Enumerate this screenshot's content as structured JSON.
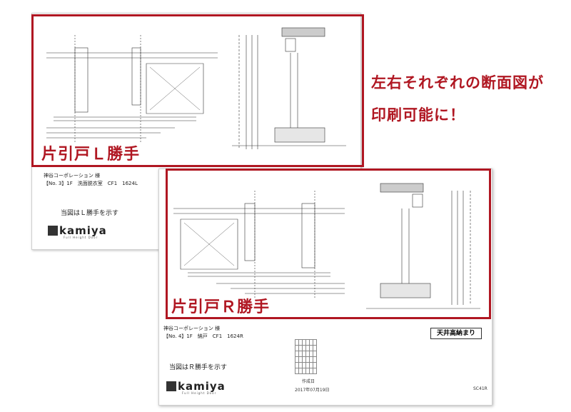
{
  "promo": {
    "line1": "左右それぞれの断面図が",
    "line2": "印刷可能に！"
  },
  "captions": {
    "left": "片引戸Ｌ勝手",
    "right": "片引戸Ｒ勝手"
  },
  "sheet_back": {
    "client": "神谷コーポレーション 様",
    "project": "【No. 3】1F　洗面脱衣室　CF1　1624L",
    "note": "当図はＬ勝手を示す",
    "logo": "kamiya",
    "logo_sub": "Full Height Door"
  },
  "sheet_front": {
    "client": "神谷コーポレーション 様",
    "project": "【No. 4】1F　納戸　CF1　1624R",
    "note": "当図はＲ勝手を示す",
    "logo": "kamiya",
    "logo_sub": "Full Height Door",
    "title": "天井高納まり",
    "created_label": "作成日",
    "created_date": "2017年07月19日",
    "drawing_no": "SC41R"
  },
  "colors": {
    "accent": "#b01722",
    "line": "#333333"
  }
}
